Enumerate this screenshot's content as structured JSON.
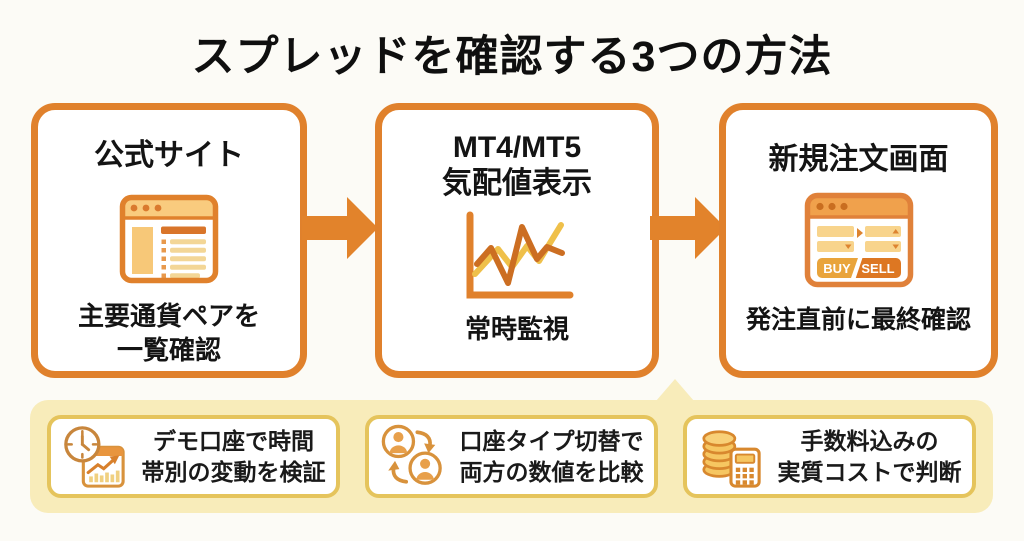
{
  "title": "スプレッドを確認する3つの方法",
  "colors": {
    "accent_orange": "#E0812C",
    "deep_orange": "#D96F28",
    "light_orange_fill": "#F9CB7E",
    "gold_line": "#EFC04A",
    "dark_line": "#CC6E22",
    "banner_background": "#F8ECBA",
    "tip_card_border": "#E5C45C",
    "buy_fill": "#E9A43B",
    "sell_fill": "#DD7722",
    "text": "#161616"
  },
  "steps": [
    {
      "heading": "公式サイト",
      "icon": "browser-list-icon",
      "caption_line1": "主要通貨ペアを",
      "caption_line2": "一覧確認"
    },
    {
      "heading_line1": "MT4/MT5",
      "heading_line2": "気配値表示",
      "icon": "quote-chart-icon",
      "caption": "常時監視"
    },
    {
      "heading": "新規注文画面",
      "icon": "order-window-icon",
      "buy_label": "BUY",
      "sell_label": "SELL",
      "caption": "発注直前に最終確認"
    }
  ],
  "tips": [
    {
      "icon": "clock-bar-chart-icon",
      "line1": "デモ口座で時間",
      "line2": "帯別の変動を検証"
    },
    {
      "icon": "account-switch-icon",
      "line1": "口座タイプ切替で",
      "line2": "両方の数値を比較"
    },
    {
      "icon": "coins-calculator-icon",
      "line1": "手数料込みの",
      "line2": "実質コストで判断"
    }
  ]
}
